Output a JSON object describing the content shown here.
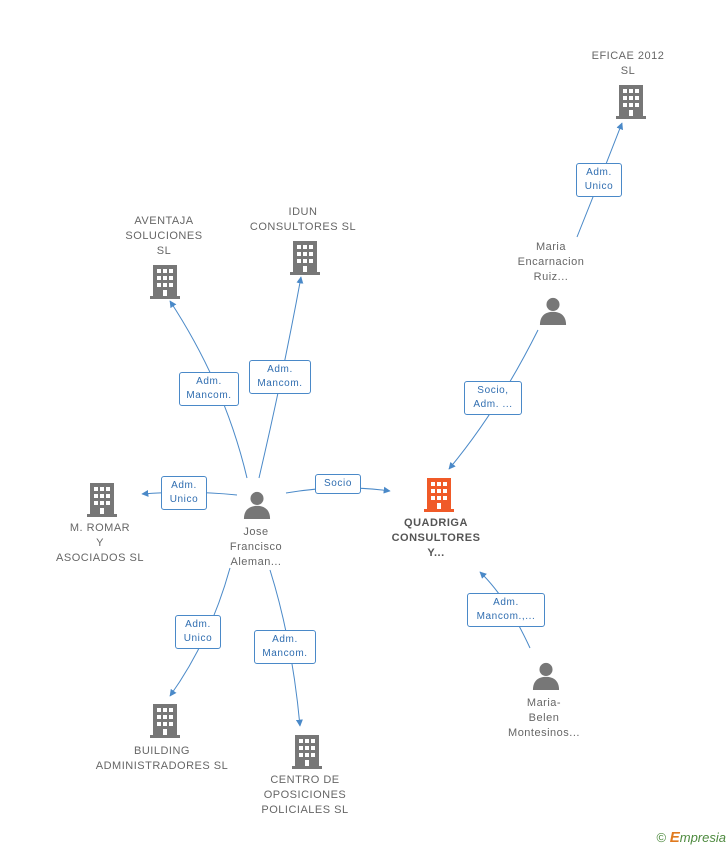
{
  "colors": {
    "edge": "#4a89c8",
    "node": "#777777",
    "focus": "#f05a28"
  },
  "nodes": [
    {
      "id": "quadriga",
      "type": "company",
      "focus": true,
      "label": "QUADRIGA\nCONSULTORES\nY..."
    },
    {
      "id": "jose",
      "type": "person",
      "label": "Jose\nFrancisco\nAleman..."
    },
    {
      "id": "maria-encarnacion",
      "type": "person",
      "label": "Maria\nEncarnacion\nRuiz..."
    },
    {
      "id": "maria-belen",
      "type": "person",
      "label": "Maria-\nBelen\nMontesinos..."
    },
    {
      "id": "eficae",
      "type": "company",
      "label": "EFICAE 2012\nSL"
    },
    {
      "id": "aventaja",
      "type": "company",
      "label": "AVENTAJA\nSOLUCIONES\nSL"
    },
    {
      "id": "idun",
      "type": "company",
      "label": "IDUN\nCONSULTORES SL"
    },
    {
      "id": "romar",
      "type": "company",
      "label": "M. ROMAR\nY\nASOCIADOS SL"
    },
    {
      "id": "building",
      "type": "company",
      "label": "BUILDING\nADMINISTRADORES SL"
    },
    {
      "id": "centro",
      "type": "company",
      "label": "CENTRO DE\nOPOSICIONES\nPOLICIALES  SL"
    }
  ],
  "edges": [
    {
      "id": "e-jose-quadriga",
      "from": "jose",
      "to": "quadriga",
      "label": "Socio"
    },
    {
      "id": "e-jose-aventaja",
      "from": "jose",
      "to": "aventaja",
      "label": "Adm.\nMancom."
    },
    {
      "id": "e-jose-idun",
      "from": "jose",
      "to": "idun",
      "label": "Adm.\nMancom."
    },
    {
      "id": "e-jose-romar",
      "from": "jose",
      "to": "romar",
      "label": "Adm.\nUnico"
    },
    {
      "id": "e-jose-building",
      "from": "jose",
      "to": "building",
      "label": "Adm.\nUnico"
    },
    {
      "id": "e-jose-centro",
      "from": "jose",
      "to": "centro",
      "label": "Adm.\nMancom."
    },
    {
      "id": "e-mariae-eficae",
      "from": "maria-encarnacion",
      "to": "eficae",
      "label": "Adm.\nUnico"
    },
    {
      "id": "e-mariae-quadriga",
      "from": "maria-encarnacion",
      "to": "quadriga",
      "label": "Socio,\nAdm. ..."
    },
    {
      "id": "e-mariab-quadriga",
      "from": "maria-belen",
      "to": "quadriga",
      "label": "Adm.\nMancom.,..."
    }
  ],
  "footer": {
    "copyright": "©",
    "brand_initial": "E",
    "brand_rest": "mpresia"
  }
}
